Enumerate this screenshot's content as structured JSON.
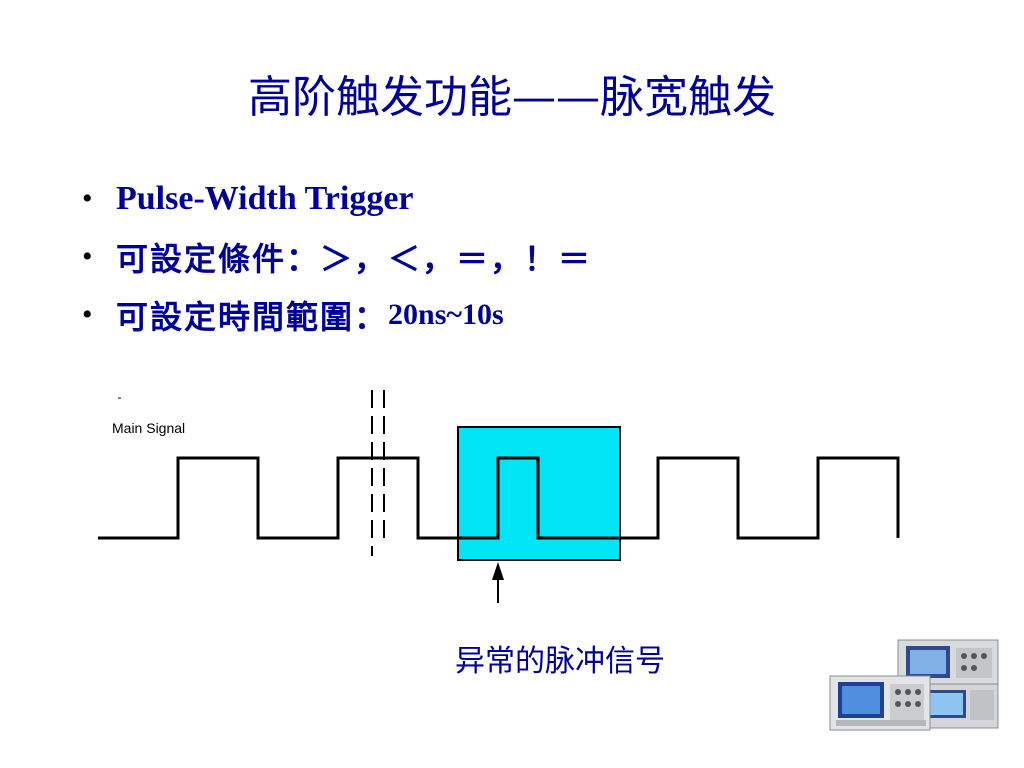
{
  "title": "高阶触发功能——脉宽触发",
  "bullets": [
    {
      "text": "Pulse-Width Trigger"
    },
    {
      "text": "可設定條件：＞，＜，＝，！＝"
    },
    {
      "prefix": "可設定時間範圍：",
      "value": "20ns~10s"
    }
  ],
  "diagram": {
    "signal_label": "Main Signal",
    "caption": "异常的脉冲信号",
    "signal_color": "#000000",
    "highlight_color": "#00E5F5"
  }
}
